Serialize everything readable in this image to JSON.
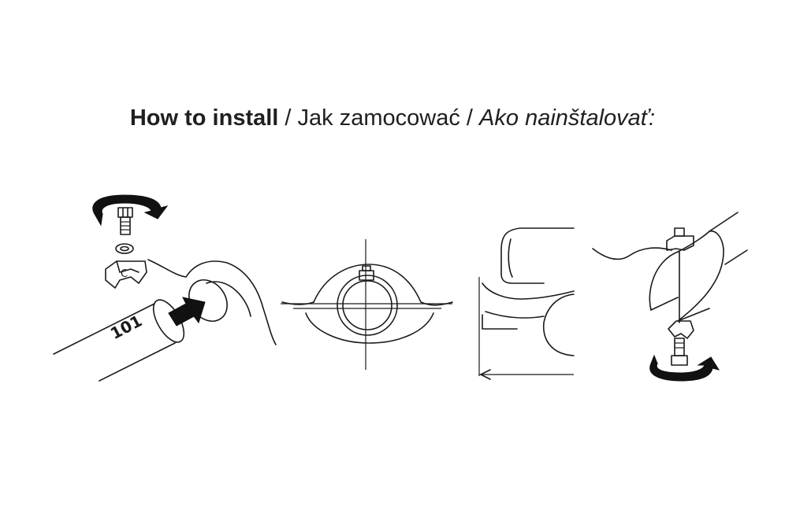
{
  "heading": {
    "english": "How to install",
    "separator": "/",
    "polish": "Jak zamocować",
    "slovak": "Ako nainštalovať:"
  },
  "step1": {
    "clip_marking": "C",
    "tube_marking": "101"
  },
  "icons": [
    "rotate-arrow-icon",
    "bolt-icon",
    "washer-icon",
    "u-clip-icon",
    "insert-arrow-icon"
  ]
}
